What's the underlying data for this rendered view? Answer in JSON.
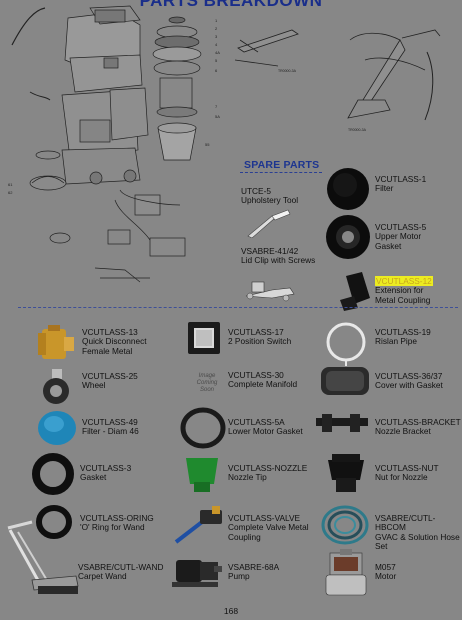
{
  "title": "PARTS BREAKDOWN",
  "spare_parts_heading": "SPARE PARTS",
  "page_number": "168",
  "diagram_ref": "TR0000-3A",
  "diagram_ref_2": "TR0000-3A",
  "parts": {
    "utce5": {
      "code": "UTCE-5",
      "desc": "Upholstery Tool"
    },
    "vsabre4142": {
      "code": "VSABRE-41/42",
      "desc": "Lid Clip with Screws"
    },
    "vcutlass1": {
      "code": "VCUTLASS-1",
      "desc": "Filter"
    },
    "vcutlass5": {
      "code": "VCUTLASS-5",
      "desc": "Upper Motor",
      "desc2": "Gasket"
    },
    "vcutlass12": {
      "code": "VCUTLASS-12",
      "desc": "Extension for",
      "desc2": "Metal Coupling"
    },
    "vcutlass13": {
      "code": "VCUTLASS-13",
      "desc": "Quick Disconnect",
      "desc2": "Female Metal"
    },
    "vcutlass17": {
      "code": "VCUTLASS-17",
      "desc": "2 Position Switch"
    },
    "vcutlass19": {
      "code": "VCUTLASS-19",
      "desc": "Rislan Pipe"
    },
    "vcutlass25": {
      "code": "VCUTLASS-25",
      "desc": "Wheel"
    },
    "vcutlass30": {
      "code": "VCUTLASS-30",
      "desc": "Complete Manifold"
    },
    "vcutlass3637": {
      "code": "VCUTLASS-36/37",
      "desc": "Cover with Gasket"
    },
    "vcutlass49": {
      "code": "VCUTLASS-49",
      "desc": "Filter - Diam 46"
    },
    "vcutlass5a": {
      "code": "VCUTLASS-5A",
      "desc": "Lower Motor Gasket"
    },
    "bracket": {
      "code": "VCUTLASS-BRACKET",
      "desc": "Nozzle Bracket"
    },
    "vcutlass3": {
      "code": "VCUTLASS-3",
      "desc": "Gasket"
    },
    "nozzle": {
      "code": "VCUTLASS-NOZZLE",
      "desc": "Nozzle Tip"
    },
    "nut": {
      "code": "VCUTLASS-NUT",
      "desc": "Nut for Nozzle"
    },
    "oring": {
      "code": "VCUTLASS-ORING",
      "desc": "'O' Ring for Wand"
    },
    "valve": {
      "code": "VCUTLASS-VALVE",
      "desc": "Complete Valve Metal",
      "desc2": "Coupling"
    },
    "hbcom": {
      "code": "VSABRE/CUTL-HBCOM",
      "desc": "GVAC & Solution Hose",
      "desc2": "Set"
    },
    "wand": {
      "code": "VSABRE/CUTL-WAND",
      "desc": "Carpet Wand"
    },
    "pump": {
      "code": "VSABRE-68A",
      "desc": "Pump"
    },
    "motor": {
      "code": "M057",
      "desc": "Motor"
    }
  },
  "image_coming_soon": [
    "Image",
    "Coming",
    "Soon"
  ],
  "colors": {
    "background": "#878787",
    "title": "#1a2e8a",
    "highlight": "#ecec21",
    "nozzle_green": "#1f8a2e",
    "filter_blue": "#1f86b8",
    "brass": "#c9962a"
  }
}
